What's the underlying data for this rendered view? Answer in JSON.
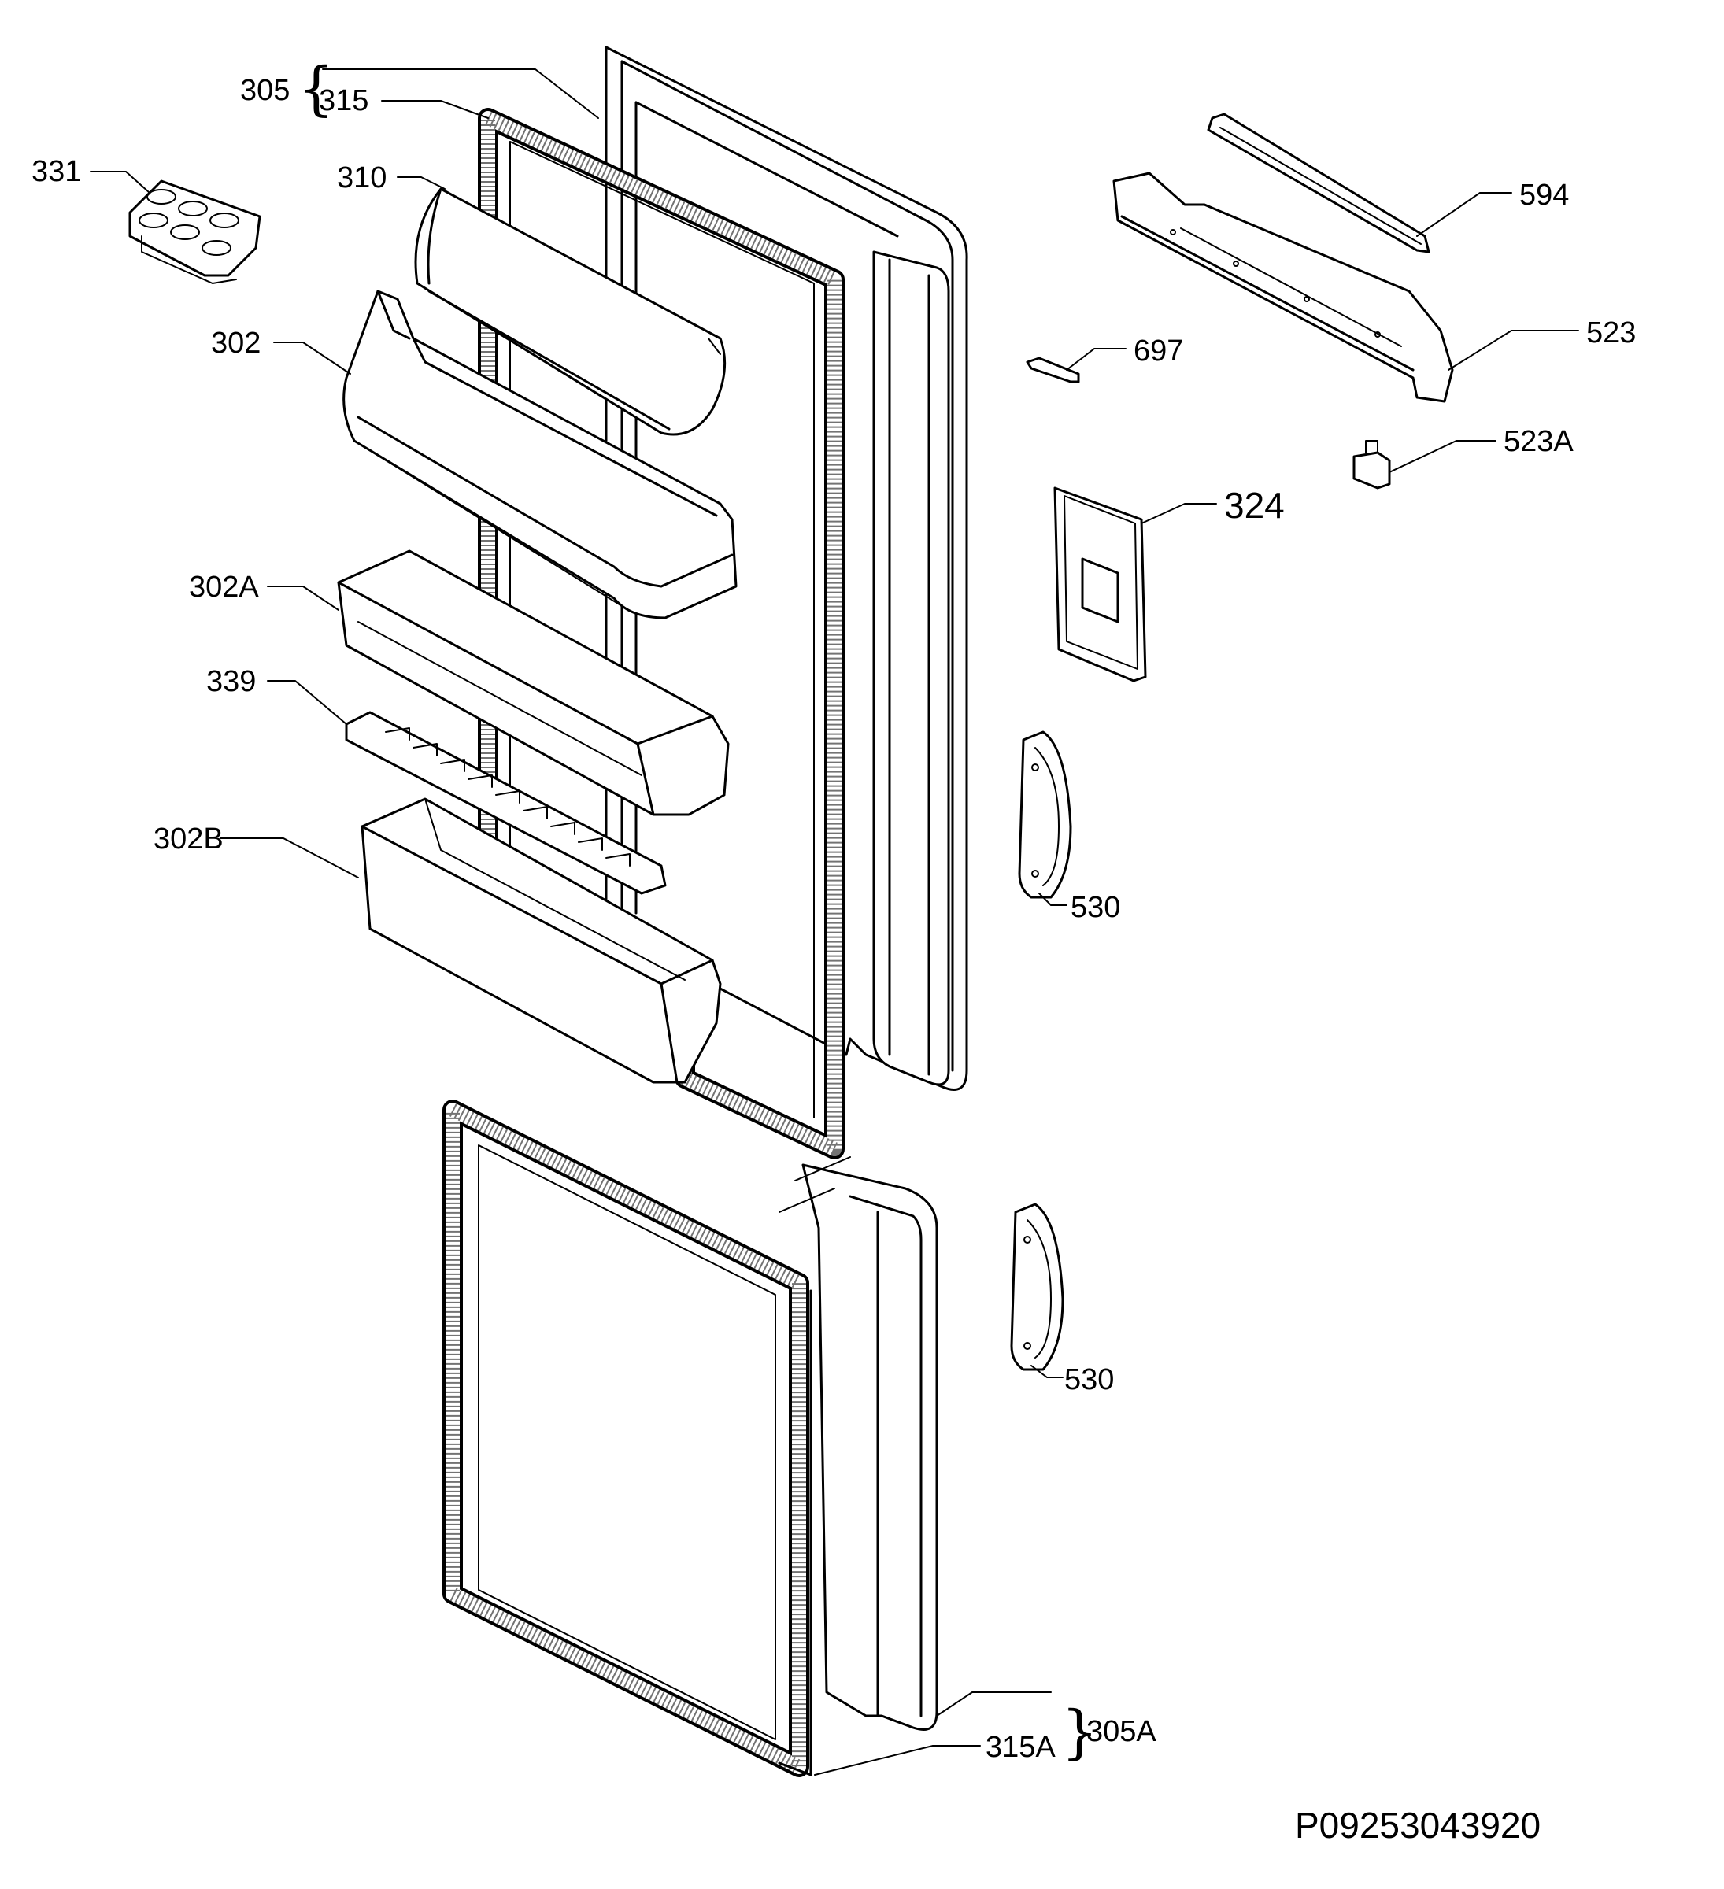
{
  "diagram": {
    "drawing_code": "P09253043920",
    "labels": {
      "l305": "305",
      "l315": "315",
      "l331": "331",
      "l310": "310",
      "l302": "302",
      "l302a": "302A",
      "l339": "339",
      "l302b": "302B",
      "l594": "594",
      "l523": "523",
      "l697": "697",
      "l523a": "523A",
      "l324": "324",
      "l530_top": "530",
      "l530_bottom": "530",
      "l305a": "305A",
      "l315a": "315A"
    }
  }
}
